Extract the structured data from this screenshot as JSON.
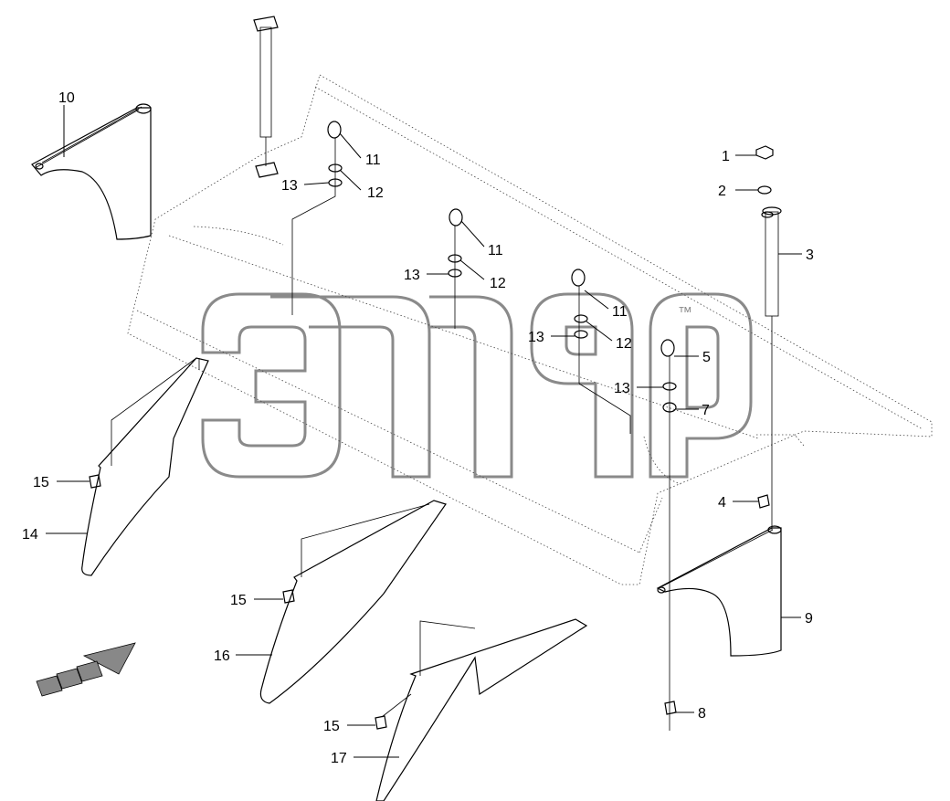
{
  "diagram": {
    "watermark_mark": "™",
    "callouts": [
      "10",
      "11",
      "13",
      "12",
      "1",
      "2",
      "3",
      "11",
      "13",
      "12",
      "11",
      "13",
      "12",
      "5",
      "13",
      "7",
      "15",
      "14",
      "4",
      "15",
      "16",
      "9",
      "15",
      "17",
      "8"
    ]
  }
}
